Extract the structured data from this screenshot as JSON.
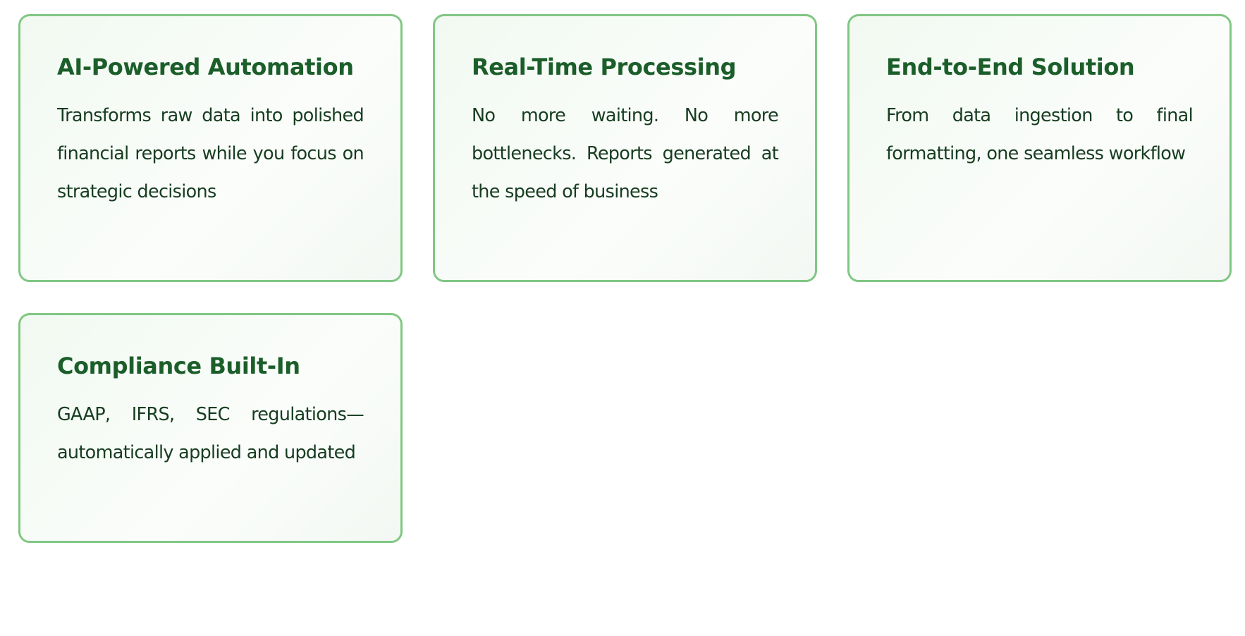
{
  "features": [
    {
      "title": "AI-Powered Automation",
      "description": "Transforms raw data into polished financial reports while you focus on strategic decisions"
    },
    {
      "title": "Real-Time Processing",
      "description": "No more waiting. No more bottlenecks. Reports generated at the speed of business"
    },
    {
      "title": "End-to-End Solution",
      "description": "From data ingestion to final formatting, one seamless workflow"
    },
    {
      "title": "Compliance Built-In",
      "description": "GAAP, IFRS, SEC regulations—automatically applied and updated"
    }
  ],
  "colors": {
    "border": "#81c784",
    "title": "#1b5e2a",
    "text": "#173d20"
  }
}
